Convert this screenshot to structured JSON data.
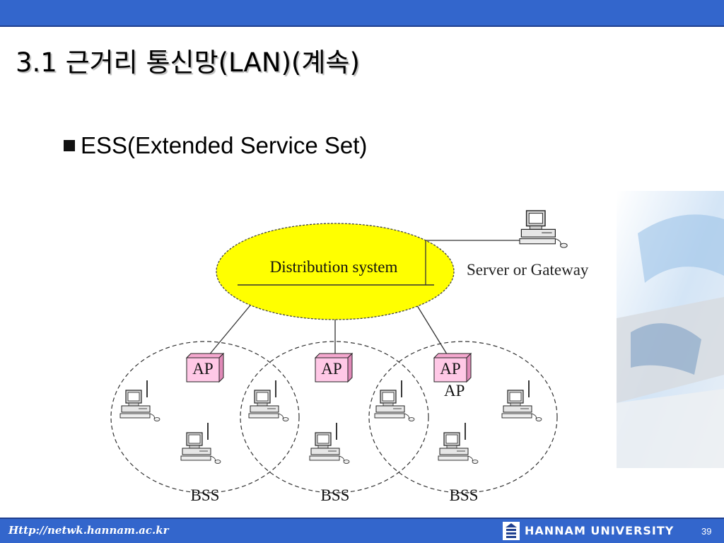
{
  "slide": {
    "title": "3.1 근거리 통신망(LAN)(계속)",
    "bullet": "ESS(Extended Service Set)"
  },
  "diagram": {
    "distribution_label": "Distribution system",
    "server_label": "Server or Gateway",
    "ap_labels": [
      "AP",
      "AP",
      "AP"
    ],
    "ap_caption": "AP",
    "bss_labels": [
      "BSS",
      "BSS",
      "BSS"
    ],
    "colors": {
      "distribution_fill": "#ffff00",
      "ap_fill": "#ffc8e6"
    }
  },
  "footer": {
    "url": "Http://netwk.hannam.ac.kr",
    "university": "HANNAM UNIVERSITY",
    "page_number": "39"
  }
}
